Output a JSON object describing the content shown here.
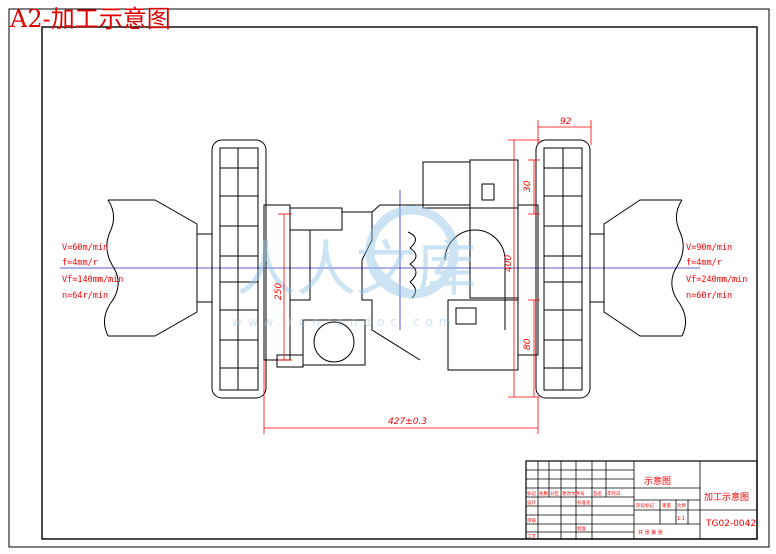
{
  "sheet_title": "A2-加工示意图",
  "left_params": [
    "V=60m/min",
    "f=4mm/r",
    "Vf=140mm/min",
    "n=64r/min"
  ],
  "right_params": [
    "V=90m/min",
    "f=4mm/r",
    "Vf=240mm/min",
    "n=60r/min"
  ],
  "dimensions": {
    "top_width": "92",
    "right_upper": "30",
    "right_total": "400",
    "right_lower": "80",
    "left_height": "250",
    "bottom_width": "427±0.3"
  },
  "watermark": {
    "brand": "人人文库",
    "url": "www.renrendoc.com"
  },
  "title_block": {
    "drawing_name": "示意图",
    "part_name": "加工示意图",
    "drawing_number": "TG02-0042",
    "scale": "1:1",
    "row_labels": [
      "标记",
      "设计",
      "审核",
      "工艺"
    ],
    "header_cells": [
      "处数",
      "分区",
      "更改文件号",
      "签名",
      "年月日"
    ],
    "stage_label": "阶段标记",
    "weight_label": "重量",
    "ratio_label": "比例",
    "sheet_label": "共 张 第 张",
    "std_label": "标准化",
    "approve_label": "批准"
  },
  "colors": {
    "ink": "#000000",
    "annotation": "#ff0000",
    "watermark": "#8fc3e6"
  }
}
